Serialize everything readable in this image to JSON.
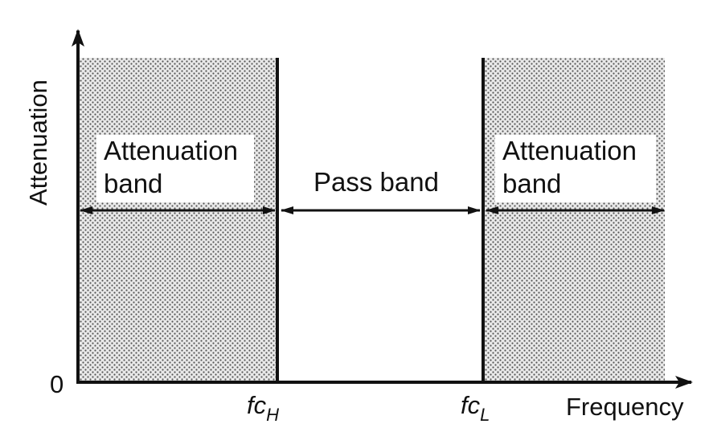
{
  "diagram": {
    "y_axis_label": "Attenuation",
    "x_axis_label": "Frequency",
    "origin_label": "0",
    "bands": [
      {
        "label_line1": "Attenuation",
        "label_line2": "band"
      },
      {
        "label": "Pass band"
      },
      {
        "label_line1": "Attenuation",
        "label_line2": "band"
      }
    ],
    "cutoffs": [
      {
        "symbol": "fc",
        "subscript": "H"
      },
      {
        "symbol": "fc",
        "subscript": "L"
      }
    ],
    "colors": {
      "ink": "#111111",
      "stipple_bg": "#e9e9e9",
      "stipple_dot": "#555555"
    }
  }
}
